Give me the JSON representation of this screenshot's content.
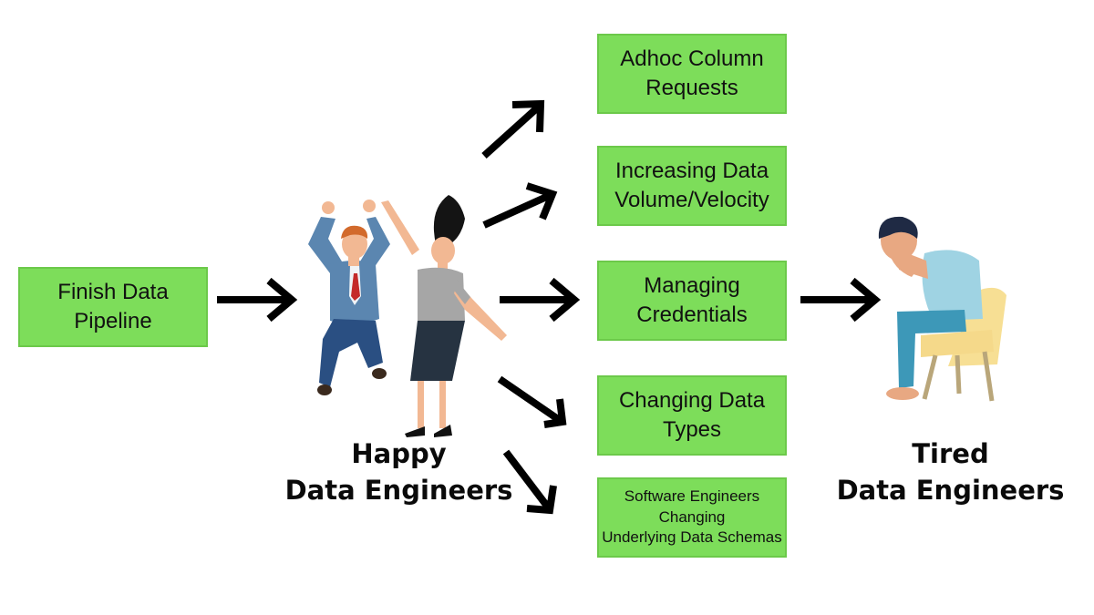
{
  "colors": {
    "box_fill": "#7ddd5a",
    "box_border": "#6cc94a",
    "arrow": "#000000",
    "text": "#111111"
  },
  "start": {
    "label": "Finish Data\nPipeline"
  },
  "groups": {
    "happy": {
      "label": "Happy\nData Engineers"
    },
    "tired": {
      "label": "Tired\nData Engineers"
    }
  },
  "challenges": [
    {
      "label": "Adhoc Column\nRequests"
    },
    {
      "label": "Increasing Data\nVolume/Velocity"
    },
    {
      "label": "Managing\nCredentials"
    },
    {
      "label": "Changing Data\nTypes"
    },
    {
      "label": "Software Engineers\nChanging\nUnderlying Data Schemas"
    }
  ],
  "illustrations": [
    "celebrating-man-illustration",
    "celebrating-woman-illustration",
    "stressed-man-on-chair-illustration"
  ]
}
